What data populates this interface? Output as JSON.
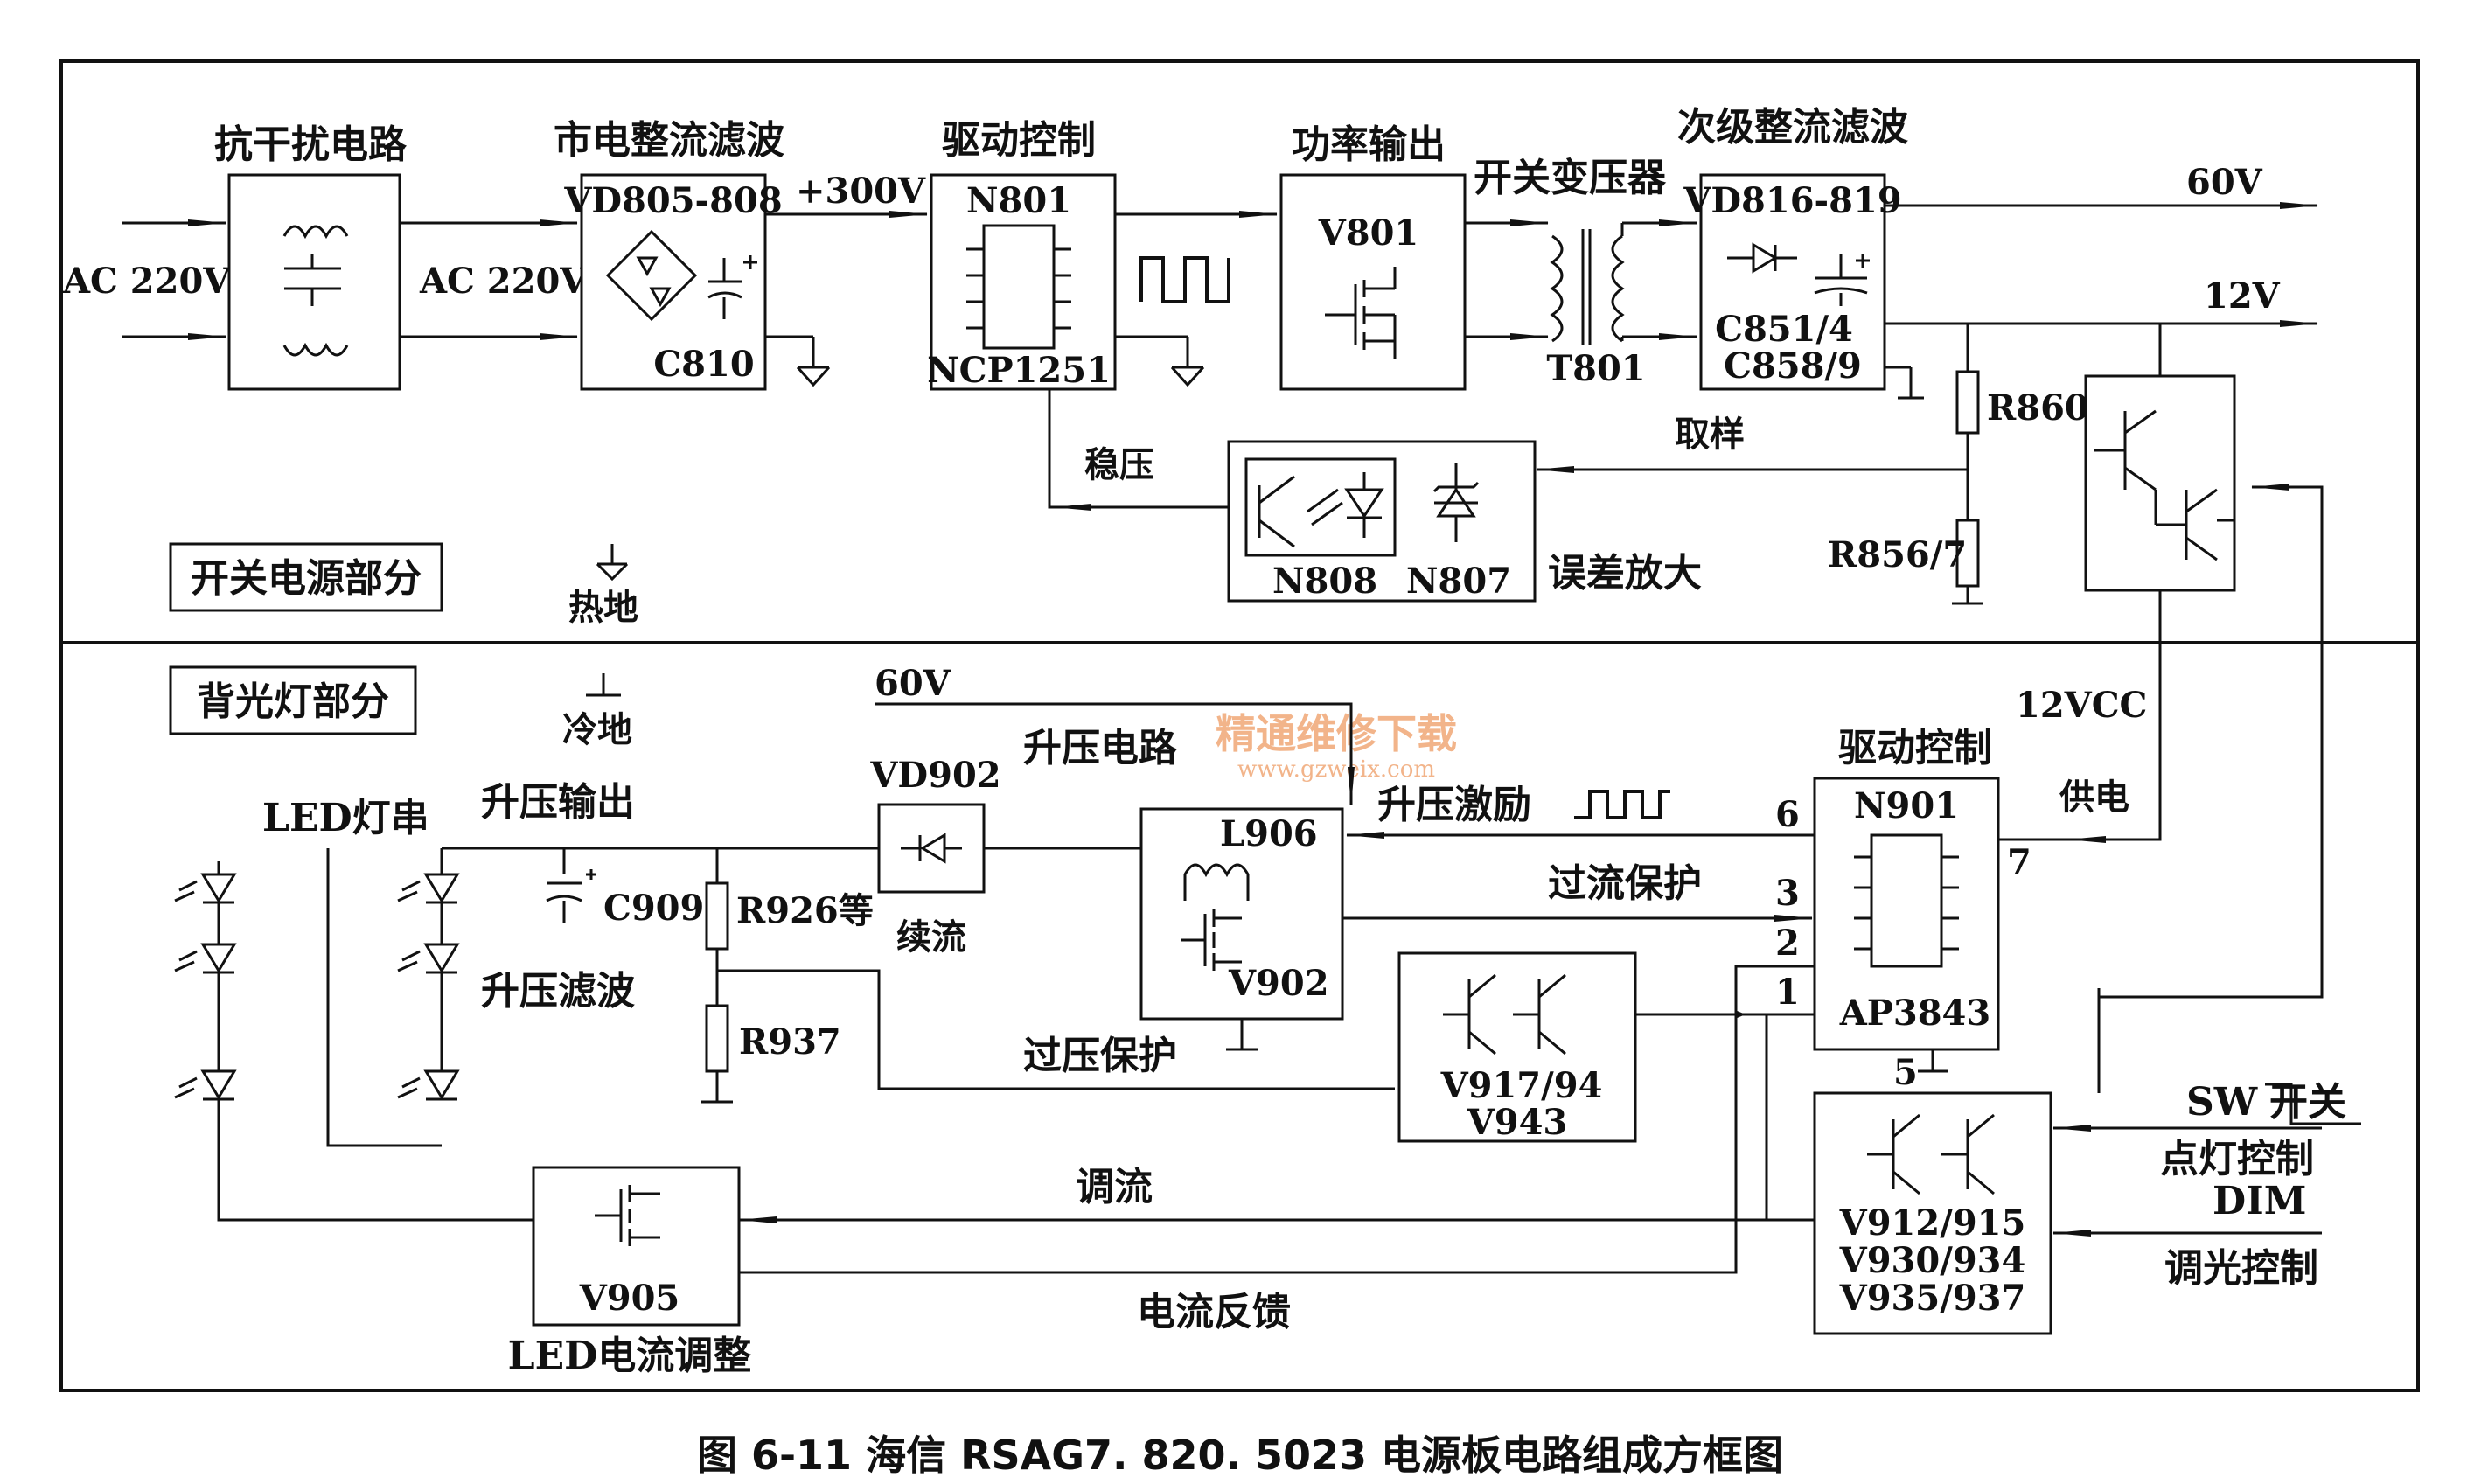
{
  "caption": "图 6-11    海信 RSAG7. 820. 5023 电源板电路组成方框图",
  "sections": {
    "power": "开关电源部分",
    "backlight": "背光灯部分"
  },
  "grounds": {
    "hot": "热地",
    "cold": "冷地"
  },
  "watermark": {
    "cn": "精通维修下载",
    "url": "www.gzweix.com"
  },
  "blocks": {
    "emi": {
      "title": "抗干扰电路"
    },
    "rect": {
      "title": "市电整流滤波",
      "part": "VD805-808",
      "cap": "C810"
    },
    "drive": {
      "title": "驱动控制",
      "top": "N801",
      "bottom": "NCP1251"
    },
    "power_out": {
      "title": "功率输出",
      "part": "V801"
    },
    "transformer": {
      "title": "开关变压器",
      "part": "T801"
    },
    "secondary": {
      "title": "次级整流滤波",
      "part": "VD816-819",
      "cap1": "C851/4",
      "cap2": "C858/9"
    },
    "error_amp": {
      "title": "误差放大",
      "p1": "N808",
      "p2": "N807"
    },
    "n901": {
      "title": "驱动控制",
      "top": "N901",
      "bottom": "AP3843"
    },
    "boost": {
      "l": "L906",
      "v": "V902",
      "title": "升压电路"
    },
    "vd902": {
      "title": "VD902",
      "label": "续流"
    },
    "ovp": {
      "p1": "V917/94",
      "p2": "V943"
    },
    "sw": {
      "p1": "V912/915",
      "p2": "V930/934",
      "p3": "V935/937"
    },
    "v905": {
      "part": "V905",
      "label": "LED电流调整"
    }
  },
  "signals": {
    "ac_in": "AC 220V",
    "ac_mid": "AC 220V",
    "v300": "+300V",
    "v60": "60V",
    "v12": "12V",
    "v60b": "60V",
    "stab": "稳压",
    "sample": "取样",
    "r860": "R860",
    "r856": "R856/7",
    "vcc": "12VCC",
    "supply": "供电",
    "boost_exc": "升压激励",
    "oc": "过流保护",
    "ov": "过压保护",
    "boost_out": "升压输出",
    "boost_filter": "升压滤波",
    "led": "LED灯串",
    "c909": "C909",
    "r926": "R926等",
    "r937": "R937",
    "adjust": "调流",
    "feedback": "电流反馈",
    "sw": "SW",
    "sw_switch": "开关",
    "light": "点灯控制",
    "dim": "DIM",
    "dim_ctrl": "调光控制",
    "pin6": "6",
    "pin3": "3",
    "pin2": "2",
    "pin1": "1",
    "pin7": "7",
    "pin5": "5"
  }
}
